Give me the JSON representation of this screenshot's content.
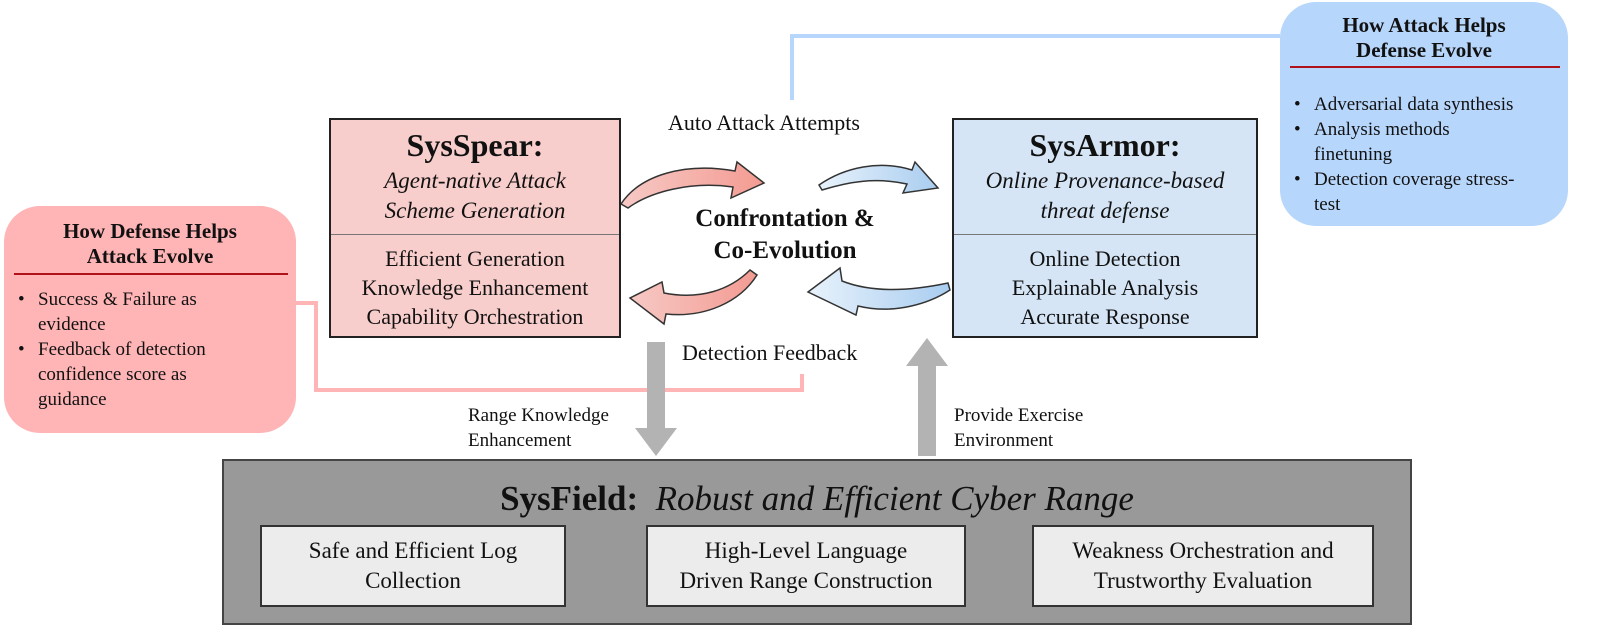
{
  "defense_callout": {
    "title": [
      "How Defense Helps",
      "Attack Evolve"
    ],
    "bullets": [
      [
        "Success & Failure as",
        "evidence"
      ],
      [
        "Feedback of detection",
        "confidence score as",
        "guidance"
      ]
    ]
  },
  "attack_callout": {
    "title": [
      "How Attack Helps",
      "Defense Evolve"
    ],
    "bullets": [
      [
        "Adversarial data synthesis"
      ],
      [
        "Analysis methods",
        "finetuning"
      ],
      [
        "Detection coverage stress-",
        "test"
      ]
    ]
  },
  "sysspear": {
    "title": "SysSpear:",
    "subtitle": [
      "Agent-native Attack",
      "Scheme Generation"
    ],
    "features": [
      "Efficient Generation",
      "Knowledge Enhancement",
      "Capability Orchestration"
    ]
  },
  "sysarmor": {
    "title": "SysArmor:",
    "subtitle": [
      "Online Provenance-based",
      "threat defense"
    ],
    "features": [
      "Online Detection",
      "Explainable Analysis",
      "Accurate Response"
    ]
  },
  "center": {
    "top_label": "Auto Attack Attempts",
    "title": [
      "Confrontation &",
      "Co-Evolution"
    ],
    "bottom_label": "Detection Feedback"
  },
  "range_knowledge": [
    "Range Knowledge",
    "Enhancement"
  ],
  "provide_env": [
    "Provide Exercise",
    "Environment"
  ],
  "sysfield": {
    "title_bold": "SysField:",
    "title_italic": "Robust and Efficient Cyber Range",
    "components": [
      [
        "Safe and Efficient Log",
        "Collection"
      ],
      [
        "High-Level Language",
        "Driven Range Construction"
      ],
      [
        "Weakness Orchestration and",
        "Trustworthy Evaluation"
      ]
    ]
  },
  "colors": {
    "attack_fill": "#f8cecc",
    "defense_fill": "#d5e5f6",
    "attack_callout": "#ffb4b6",
    "defense_callout": "#b7d6fb",
    "field_fill": "#999999",
    "rule_red": "#b0121b"
  }
}
